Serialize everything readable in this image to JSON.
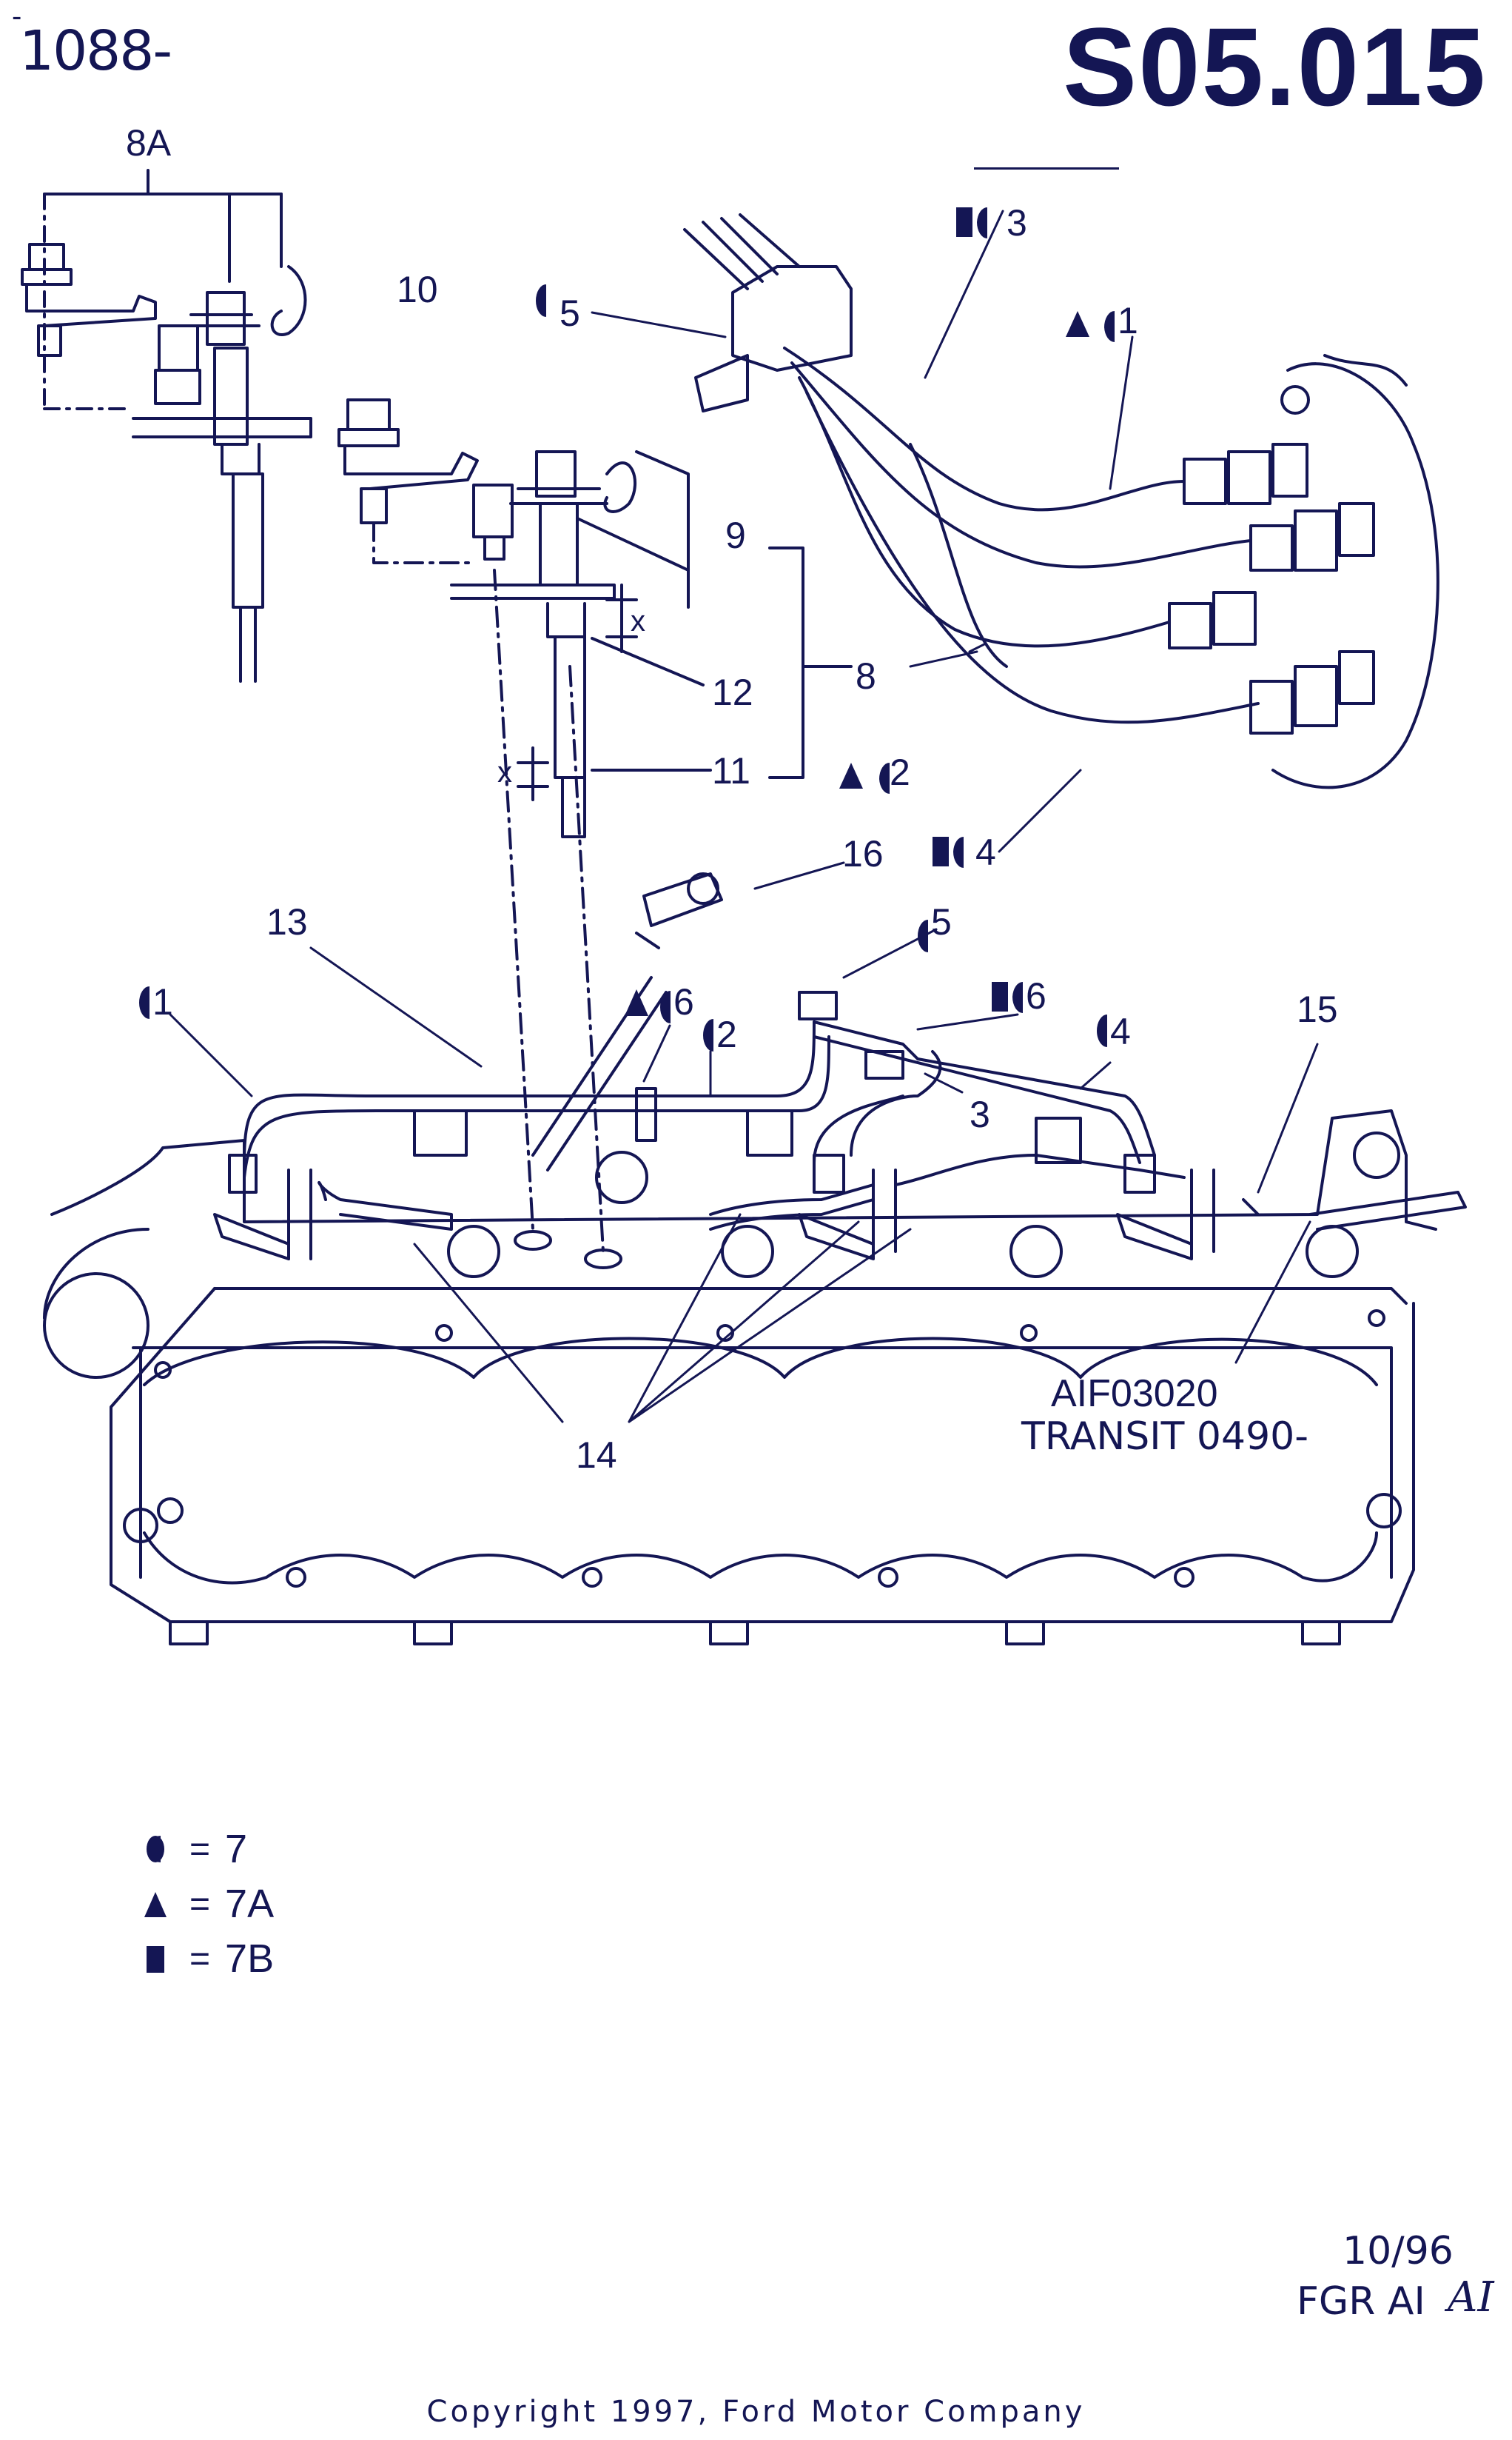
{
  "header": {
    "page_ref": "1088-",
    "tick": "-",
    "sheet_code": "S05.015"
  },
  "callouts": {
    "c8A": "8A",
    "c10": "10",
    "c5_top": "5",
    "c3_top": "3",
    "c1_top": "1",
    "c9": "9",
    "c8": "8",
    "c12": "12",
    "c11": "11",
    "c2_mid": "2",
    "c4_mid": "4",
    "c16": "16",
    "c5_mid": "5",
    "c13": "13",
    "c1_left": "1",
    "c6_left": "6",
    "c2_low": "2",
    "c6_right": "6",
    "c4_right": "4",
    "c15": "15",
    "c3_low": "3",
    "c14": "14",
    "x_upper": "x",
    "x_lower": "x"
  },
  "reference": {
    "code": "AIF03020",
    "model": "TRANSIT 0490-"
  },
  "legend": [
    {
      "symbol": "half-circle",
      "value": "7"
    },
    {
      "symbol": "triangle",
      "value": "7A"
    },
    {
      "symbol": "square",
      "value": "7B"
    }
  ],
  "legend_eq": "=",
  "revision": {
    "date": "10/96",
    "author": "FGR  AI",
    "signature": "AI"
  },
  "copyright": "Copyright 1997, Ford Motor Company",
  "colors": {
    "ink": "#141654",
    "paper": "#ffffff"
  }
}
